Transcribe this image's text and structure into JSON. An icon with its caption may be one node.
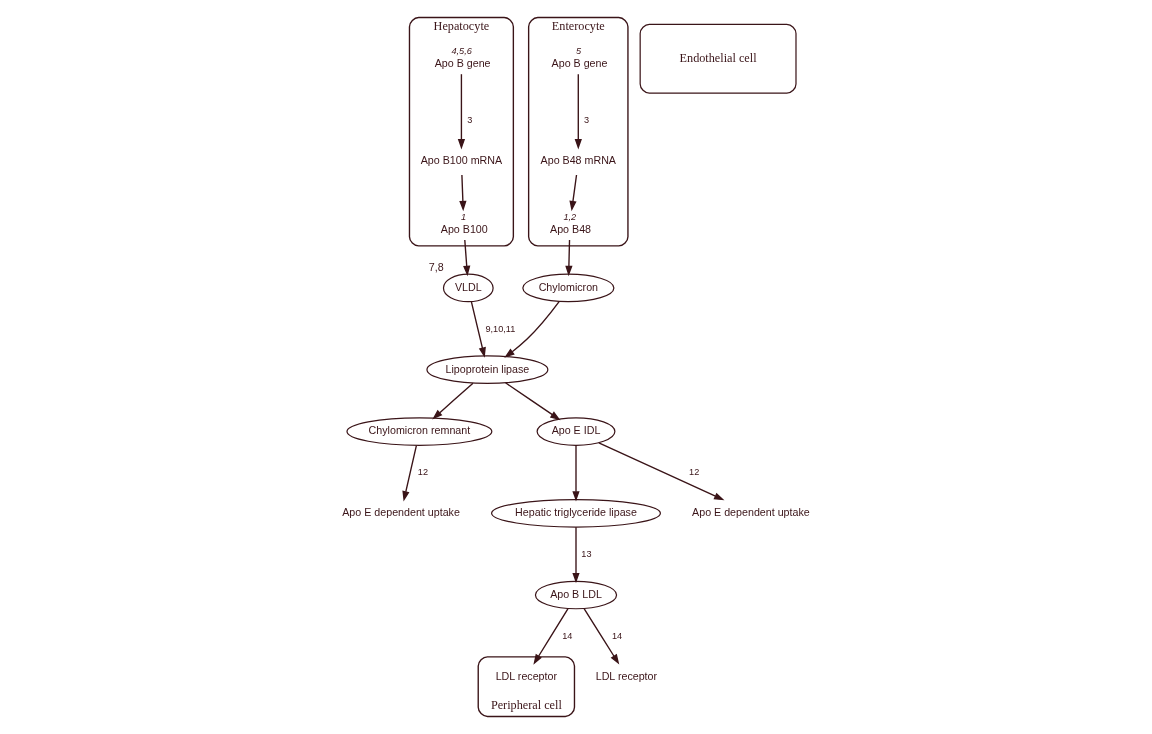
{
  "diagram": {
    "nodes": [
      {
        "text": [
          "Hepatocyte"
        ]
      },
      {
        "text": [
          "Apo B gene"
        ],
        "in": 0,
        "beside": [
          "4,5,6"
        ]
      },
      {
        "text": [
          "Apo B100 mRNA"
        ],
        "in": 0
      },
      {
        "text": [
          "Apo B100"
        ],
        "in": 0,
        "beside": [
          "1"
        ]
      },
      {
        "text": [
          "Enterocyte"
        ]
      },
      {
        "text": [
          "Apo B gene"
        ],
        "in": 4,
        "beside": [
          "5"
        ]
      },
      {
        "text": [
          "Apo B48 mRNA"
        ],
        "in": 4
      },
      {
        "text": [
          "Apo B48"
        ],
        "in": 4,
        "beside": [
          "1,2"
        ]
      },
      {
        "text": [
          "Hepatic triglyceride lipase"
        ]
      },
      {
        "text": [
          "VLDL"
        ],
        "beside": [
          "7,8"
        ]
      },
      {
        "text": [
          "Chylomicron remnant"
        ]
      },
      {
        "text": [
          "Apo B LDL"
        ]
      },
      {
        "text": [
          "Apo E IDL"
        ]
      },
      {
        "text": [
          "Lipoprotein lipase"
        ]
      },
      {
        "text": [
          "Chylomicron"
        ]
      },
      {
        "text": [
          "Peripheral cell"
        ]
      },
      {
        "text": [
          "LDL receptor"
        ],
        "in": 15
      },
      {
        "text": [
          "LDL receptor"
        ]
      },
      {
        "text": [
          "Apo E dependent uptake"
        ]
      },
      {
        "text": [
          "Apo E dependent uptake"
        ]
      },
      {
        "text": [
          "Endothelial cell"
        ]
      }
    ],
    "edges": [
      {
        "from": 1,
        "to": 2,
        "arrow": "to",
        "label": "3"
      },
      {
        "from": 2,
        "to": 3,
        "arrow": "to"
      },
      {
        "from": 3,
        "to": 9,
        "arrow": "to"
      },
      {
        "from": 5,
        "to": 6,
        "arrow": "to",
        "label": "3"
      },
      {
        "from": 6,
        "to": 7,
        "arrow": "to"
      },
      {
        "from": 7,
        "to": 14,
        "arrow": "to"
      },
      {
        "from": 9,
        "to": 13,
        "arrow": "to",
        "label": "9,10,11"
      },
      {
        "from": 13,
        "to": 10,
        "arrow": "to"
      },
      {
        "from": 14,
        "to": 13,
        "arrow": "to"
      },
      {
        "from": 13,
        "to": 12,
        "arrow": "to"
      },
      {
        "from": 12,
        "to": 8,
        "arrow": "to"
      },
      {
        "from": 8,
        "to": 11,
        "arrow": "to",
        "label": "13"
      },
      {
        "from": 12,
        "to": 19,
        "arrow": "to",
        "label": "12"
      },
      {
        "from": 10,
        "to": 18,
        "arrow": "to",
        "label": "12"
      },
      {
        "from": 11,
        "to": 17,
        "arrow": "to",
        "label": "14"
      },
      {
        "from": 11,
        "to": 16,
        "arrow": "to",
        "label": "14"
      }
    ]
  }
}
